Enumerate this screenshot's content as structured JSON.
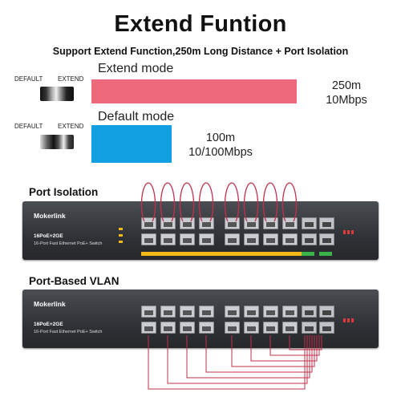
{
  "title": "Extend Funtion",
  "subtitle": "Support Extend Function,250m Long Distance + Port Isolation",
  "extend": {
    "switch_left": "DEFAULT",
    "switch_right": "EXTEND",
    "mode": "Extend mode",
    "distance": "250m",
    "speed": "10Mbps",
    "bar_color": "#ec6a7c"
  },
  "default": {
    "switch_left": "DEFAULT",
    "switch_right": "EXTEND",
    "mode": "Default mode",
    "distance": "100m",
    "speed": "10/100Mbps",
    "bar_color": "#12a0e3"
  },
  "isolation": {
    "section_title": "Port Isolation",
    "brand": "Mokerlink",
    "model_line1": "16PoE+2GE",
    "model_line2": "16-Port Fast Ethernet PoE+ Switch",
    "loop_color": "#c0304a"
  },
  "vlan": {
    "section_title": "Port-Based VLAN",
    "brand": "Mokerlink",
    "model_line1": "16PoE+2GE",
    "model_line2": "16-Port Fast Ethernet PoE+ Switch",
    "line_color": "#c0304a"
  }
}
